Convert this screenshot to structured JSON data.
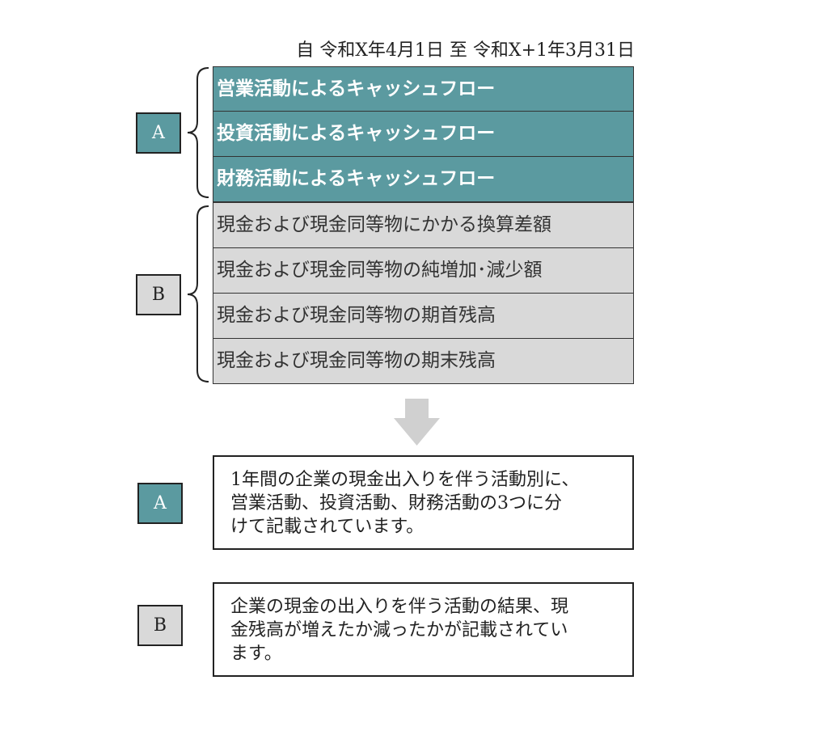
{
  "period": "自 令和X年4月1日 至 令和X+1年3月31日",
  "group_a": {
    "label": "A",
    "rows": [
      "営業活動によるキャッシュフロー",
      "投資活動によるキャッシュフロー",
      "財務活動によるキャッシュフロー"
    ]
  },
  "group_b": {
    "label": "B",
    "rows": [
      "現金および現金同等物にかかる換算差額",
      "現金および現金同等物の純増加･減少額",
      "現金および現金同等物の期首残高",
      "現金および現金同等物の期末残高"
    ]
  },
  "explanations": {
    "a": {
      "label": "A",
      "lines": [
        "1年間の企業の現金出入りを伴う活動別に、",
        "営業活動、投資活動、財務活動の3つに分",
        "けて記載されています。"
      ]
    },
    "b": {
      "label": "B",
      "lines": [
        "企業の現金の出入りを伴う活動の結果、現",
        "金残高が増えたか減ったかが記載されてい",
        "ます。"
      ]
    }
  },
  "colors": {
    "teal": "#5b9aa0",
    "gray": "#d9d9d9",
    "arrow": "#d0d0d0"
  }
}
